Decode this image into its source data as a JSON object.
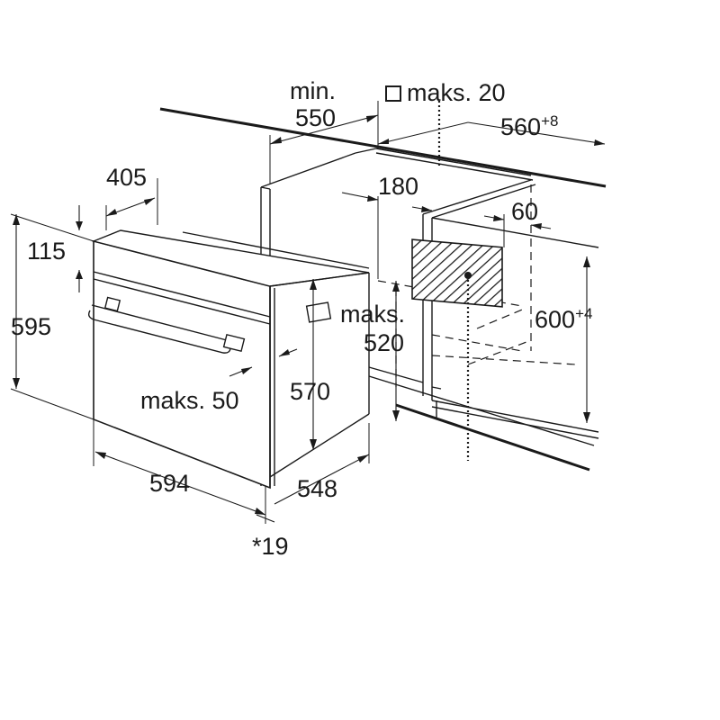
{
  "labels": {
    "min": "min.",
    "d550": "550",
    "maks20": "maks. 20",
    "d560": "560",
    "d560_sup": "+8",
    "d405": "405",
    "d180": "180",
    "d60": "60",
    "d115": "115",
    "d595": "595",
    "maks520_a": "maks.",
    "maks520_b": "520",
    "d600": "600",
    "d600_sup": "+4",
    "maks50": "maks. 50",
    "d570": "570",
    "d594": "594",
    "d548": "548",
    "d19": "*19"
  }
}
